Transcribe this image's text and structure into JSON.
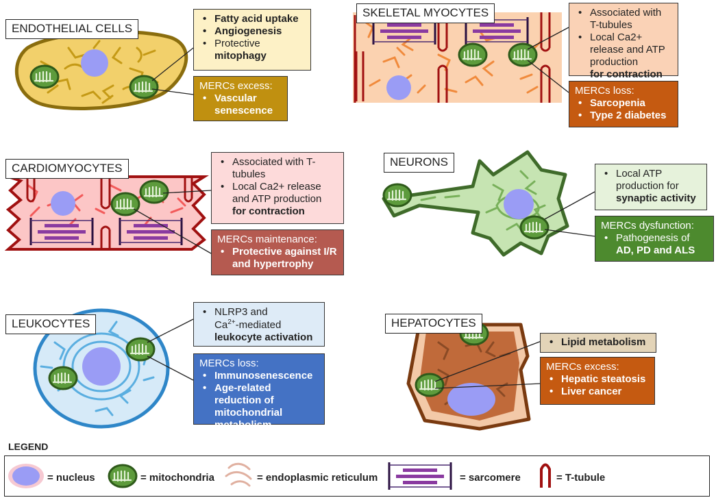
{
  "cells": {
    "endothelial": {
      "label": "ENDOTHELIAL CELLS",
      "function_items": [
        {
          "text": "Fatty acid uptake",
          "bold": true
        },
        {
          "text": "Angiogenesis",
          "bold": true
        },
        {
          "text": "Protective",
          "bold": false,
          "tail": "mitophagy",
          "tail_bold": true
        }
      ],
      "alteration_heading": "MERCs excess:",
      "alteration_items": [
        "Vascular senescence"
      ]
    },
    "skeletal": {
      "label": "SKELETAL MYOCYTES",
      "function_items": [
        {
          "text": "Associated with T-tubules",
          "bold": false
        },
        {
          "text": "Local Ca2+ release and ATP production",
          "bold": false,
          "tail": "for contraction",
          "tail_bold": true
        }
      ],
      "alteration_heading": "MERCs loss:",
      "alteration_items": [
        "Sarcopenia",
        "Type 2 diabetes"
      ]
    },
    "cardio": {
      "label": "CARDIOMYOCYTES",
      "function_items": [
        {
          "text": "Associated with T-tubules",
          "bold": false
        },
        {
          "text": "Local Ca2+ release and ATP production",
          "bold": false,
          "tail": "for contraction",
          "tail_bold": true
        }
      ],
      "alteration_heading": "MERCs maintenance:",
      "alteration_items": [
        "Protective against I/R and hypertrophy"
      ]
    },
    "neurons": {
      "label": "NEURONS",
      "function_items": [
        {
          "text": "Local ATP production for",
          "bold": false,
          "tail": "synaptic activity",
          "tail_bold": true
        }
      ],
      "alteration_heading": "MERCs dysfunction:",
      "alteration_items_plain": [
        "Pathogenesis of"
      ],
      "alteration_items_tail": "AD, PD and ALS"
    },
    "leukocytes": {
      "label": "LEUKOCYTES",
      "function_line1": "NLRP3 and",
      "function_ca": "Ca",
      "function_sup": "2+",
      "function_line2_rest": "-mediated",
      "function_bold": "leukocyte activation",
      "alteration_heading": "MERCs loss:",
      "alteration_items": [
        "Immunosenescence",
        "Age-related reduction of mitochondrial metabolism"
      ]
    },
    "hepatocytes": {
      "label": "HEPATOCYTES",
      "function_items": [
        {
          "text": "Lipid metabolism",
          "bold": true
        }
      ],
      "alteration_heading": "MERCs excess:",
      "alteration_items": [
        "Hepatic steatosis",
        "Liver cancer"
      ]
    }
  },
  "legend": {
    "title": "LEGEND",
    "items": [
      {
        "label": "= nucleus",
        "icon": "nucleus-icon"
      },
      {
        "label": "= mitochondria",
        "icon": "mitochondria-icon"
      },
      {
        "label": "= endoplasmic reticulum",
        "icon": "er-icon"
      },
      {
        "label": "= sarcomere",
        "icon": "sarcomere-icon"
      },
      {
        "label": "= T-tubule",
        "icon": "t-tubule-icon"
      }
    ]
  },
  "colors": {
    "endothelial_cell": "#f2d06b",
    "endothelial_border": "#8a6d0e",
    "endothelial_er": "#c59a16",
    "endothelial_function_bg": "#fdf1c6",
    "endothelial_alteration_bg": "#c09010",
    "skeletal_cell": "#fbd2b0",
    "skeletal_er": "#f08a3c",
    "skeletal_function_bg": "#fad2b6",
    "skeletal_alteration_bg": "#c55a11",
    "cardio_cell": "#fcc6c6",
    "cardio_er": "#f25a5a",
    "cardio_border": "#a01010",
    "cardio_function_bg": "#fddada",
    "cardio_alteration_bg": "#b55a50",
    "neuron_cell": "#c6e4b2",
    "neuron_border": "#3f6b2a",
    "neuron_er": "#78b05a",
    "neuron_function_bg": "#e6f2db",
    "neuron_alteration_bg": "#4d8a2e",
    "leukocyte_cell": "#d6eaf8",
    "leukocyte_border": "#2e86c8",
    "leukocyte_er": "#5aaee0",
    "leukocyte_function_bg": "#deebf7",
    "leukocyte_alteration_bg": "#4472c4",
    "hepatocyte_cell": "#f3c9a8",
    "hepatocyte_border": "#7a3a10",
    "hepatocyte_er": "#8a4a25",
    "hepatocyte_function_bg": "#e3d4b8",
    "hepatocyte_alteration_bg": "#c55a11",
    "nucleus": "#9a9cf5",
    "mito_fill": "#5d9b3c",
    "mito_border": "#2e5a1a",
    "sarcomere": "#4a1a60",
    "t_tubule": "#a01010"
  }
}
